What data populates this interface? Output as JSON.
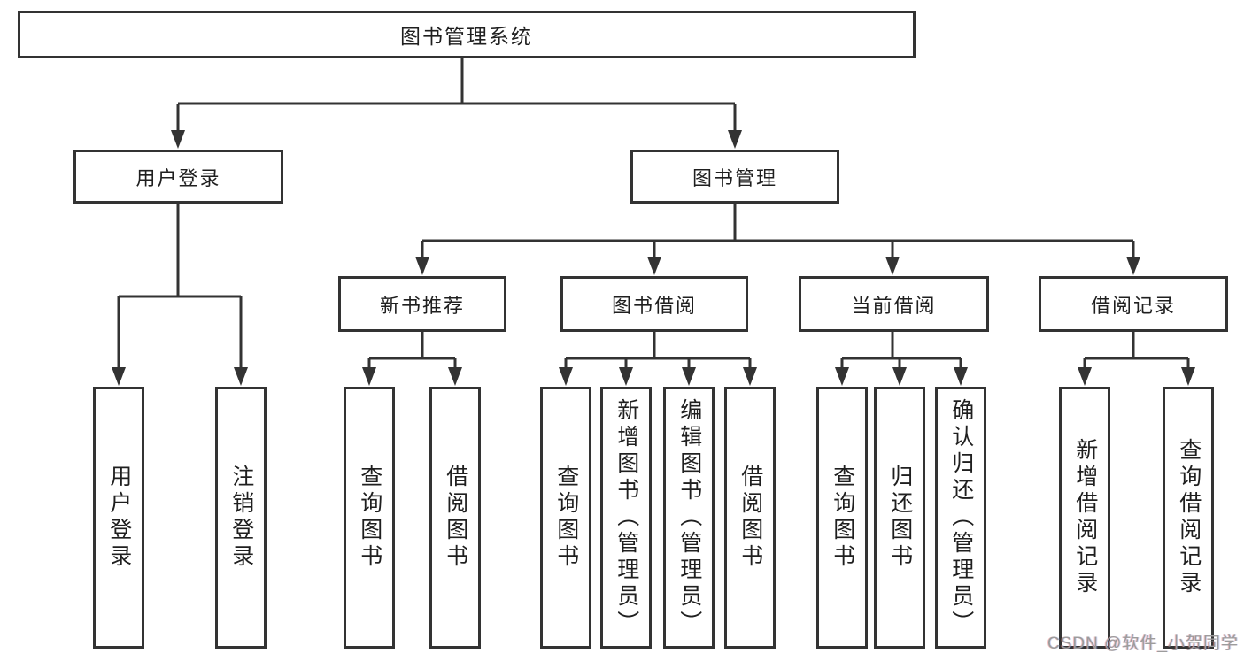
{
  "title": "图书管理系统",
  "colors": {
    "line": "#333333",
    "text": "#1f1f1f",
    "background": "#ffffff",
    "watermark": "#9c9c9c"
  },
  "tree": {
    "label": "图书管理系统",
    "children": [
      {
        "label": "用户登录",
        "children": [
          {
            "label": "用户登录"
          },
          {
            "label": "注销登录"
          }
        ]
      },
      {
        "label": "图书管理",
        "children": [
          {
            "label": "新书推荐",
            "children": [
              {
                "label": "查询图书"
              },
              {
                "label": "借阅图书"
              }
            ]
          },
          {
            "label": "图书借阅",
            "children": [
              {
                "label": "查询图书"
              },
              {
                "label": "新增图书（管理员）"
              },
              {
                "label": "编辑图书（管理员）"
              },
              {
                "label": "借阅图书"
              }
            ]
          },
          {
            "label": "当前借阅",
            "children": [
              {
                "label": "查询图书"
              },
              {
                "label": "归还图书"
              },
              {
                "label": "确认归还（管理员）"
              }
            ]
          },
          {
            "label": "借阅记录",
            "children": [
              {
                "label": "新增借阅记录"
              },
              {
                "label": "查询借阅记录"
              }
            ]
          }
        ]
      }
    ]
  },
  "watermark": {
    "text": "CSDN @软件_小贺同学"
  }
}
